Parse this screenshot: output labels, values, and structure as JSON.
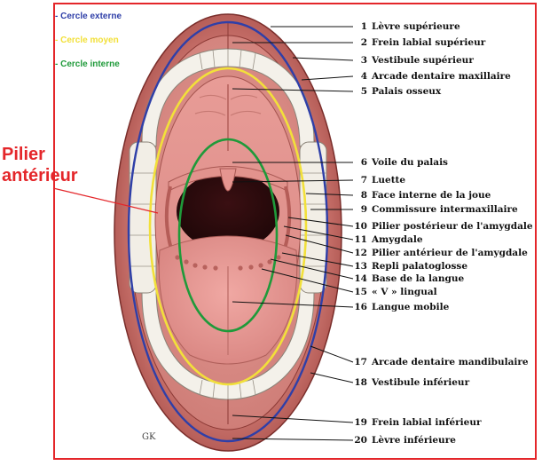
{
  "legend": [
    {
      "text": "- Cercle externe",
      "color": "#2f3fa8"
    },
    {
      "text": "- Cercle moyen",
      "color": "#f2e03a"
    },
    {
      "text": "- Cercle interne",
      "color": "#1f9a3a"
    }
  ],
  "highlight": {
    "line1": "Pilier",
    "line2": "antérieur",
    "color": "#e4262a"
  },
  "labels": [
    {
      "num": "1",
      "text": "Lèvre supérieure"
    },
    {
      "num": "2",
      "text": "Frein labial supérieur"
    },
    {
      "num": "3",
      "text": "Vestibule supérieur"
    },
    {
      "num": "4",
      "text": "Arcade dentaire maxillaire"
    },
    {
      "num": "5",
      "text": "Palais osseux"
    },
    {
      "num": "6",
      "text": "Voile du palais"
    },
    {
      "num": "7",
      "text": "Luette"
    },
    {
      "num": "8",
      "text": "Face interne de la joue"
    },
    {
      "num": "9",
      "text": "Commissure intermaxillaire"
    },
    {
      "num": "10",
      "text": "Pilier postérieur de l'amygdale"
    },
    {
      "num": "11",
      "text": "Amygdale"
    },
    {
      "num": "12",
      "text": "Pilier antérieur de l'amygdale"
    },
    {
      "num": "13",
      "text": "Repli palatoglosse"
    },
    {
      "num": "14",
      "text": "Base de la langue"
    },
    {
      "num": "15",
      "text": "« V » lingual"
    },
    {
      "num": "16",
      "text": "Langue mobile"
    },
    {
      "num": "17",
      "text": "Arcade dentaire mandibulaire"
    },
    {
      "num": "18",
      "text": "Vestibule inférieur"
    },
    {
      "num": "19",
      "text": "Frein labial inférieur"
    },
    {
      "num": "20",
      "text": "Lèvre inférieure"
    }
  ],
  "signature": "GK"
}
